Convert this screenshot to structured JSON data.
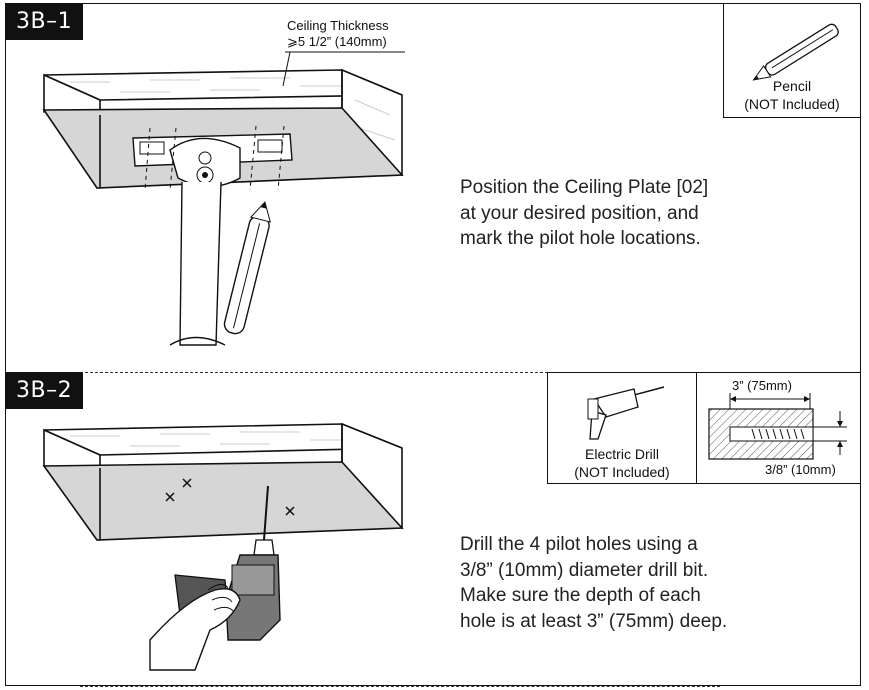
{
  "step1": {
    "tag": "3B–1",
    "callout_line1": "Ceiling Thickness",
    "callout_line2": "⩾5 1/2” (140mm)",
    "tool_name": "Pencil",
    "tool_note": "(NOT Included)",
    "instruction": [
      "Position the Ceiling Plate [02]",
      "at your desired position, and",
      "mark the pilot hole locations."
    ]
  },
  "step2": {
    "tag": "3B–2",
    "tool_name": "Electric Drill",
    "tool_note": "(NOT Included)",
    "depth_label": "3” (75mm)",
    "diameter_label": "3/8” (10mm)",
    "instruction": [
      "Drill the 4 pilot holes using a",
      "3/8” (10mm) diameter drill bit.",
      "Make sure the depth of each",
      "hole is at least 3” (75mm) deep."
    ]
  }
}
